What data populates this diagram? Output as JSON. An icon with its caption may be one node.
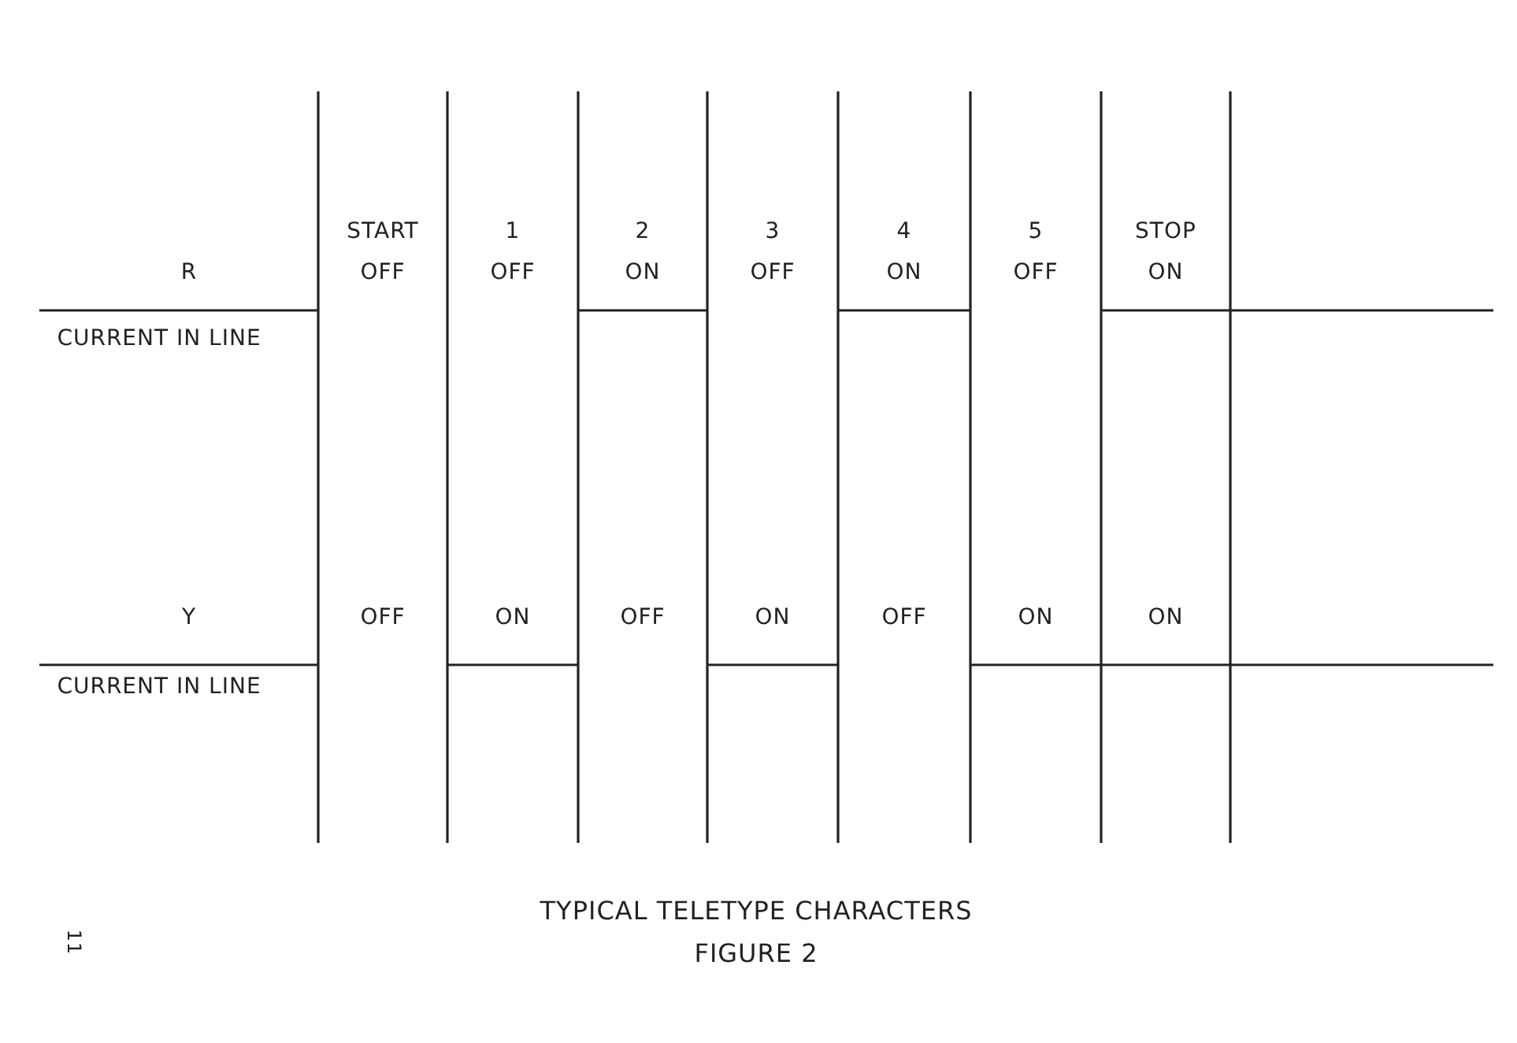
{
  "diagram": {
    "caption": "TYPICAL TELETYPE CHARACTERS",
    "labels": [
      "START",
      "1",
      "2",
      "3",
      "4",
      "5",
      "STOP",
      "R",
      "OFF",
      "OFF",
      "ON",
      "OFF",
      "ON",
      "OFF",
      "ON",
      "CURRENT IN LINE",
      "Y",
      "OFF",
      "ON",
      "OFF",
      "ON",
      "OFF",
      "ON",
      "ON",
      "CURRENT IN LINE",
      "FIGURE 2",
      "11"
    ]
  }
}
